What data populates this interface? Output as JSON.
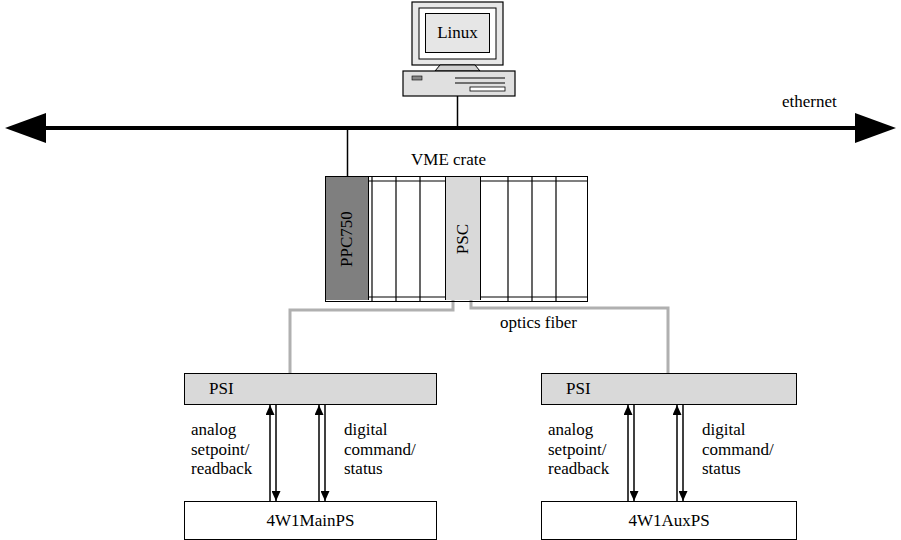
{
  "diagram": {
    "nodes": [
      {
        "text": [
          "Linux"
        ]
      },
      {
        "text": [
          "VME crate"
        ]
      },
      {
        "text": [
          "PPC750"
        ],
        "in": 1
      },
      {
        "text": [
          "PSC"
        ],
        "in": 1
      },
      {
        "text": [
          "PSI"
        ]
      },
      {
        "text": [
          "PSI"
        ]
      },
      {
        "text": [
          "4W1MainPS"
        ]
      },
      {
        "text": [
          "4W1AuxPS"
        ]
      }
    ],
    "edges": [
      {
        "from": 0,
        "to": 2,
        "arrow": "none"
      },
      {
        "from": 3,
        "to": 4,
        "arrow": "none"
      },
      {
        "from": 3,
        "to": 5,
        "label": "optics fiber",
        "arrow": "none"
      },
      {
        "from": 4,
        "to": 6,
        "label": "analog setpoint/ readback",
        "arrow": "both"
      },
      {
        "from": 4,
        "to": 6,
        "label": "digital command/ status",
        "arrow": "both"
      },
      {
        "from": 5,
        "to": 7,
        "label": "analog setpoint/ readback",
        "arrow": "both"
      },
      {
        "from": 5,
        "to": 7,
        "label": "digital command/ status",
        "arrow": "both"
      }
    ],
    "labels": [
      "ethernet"
    ]
  }
}
